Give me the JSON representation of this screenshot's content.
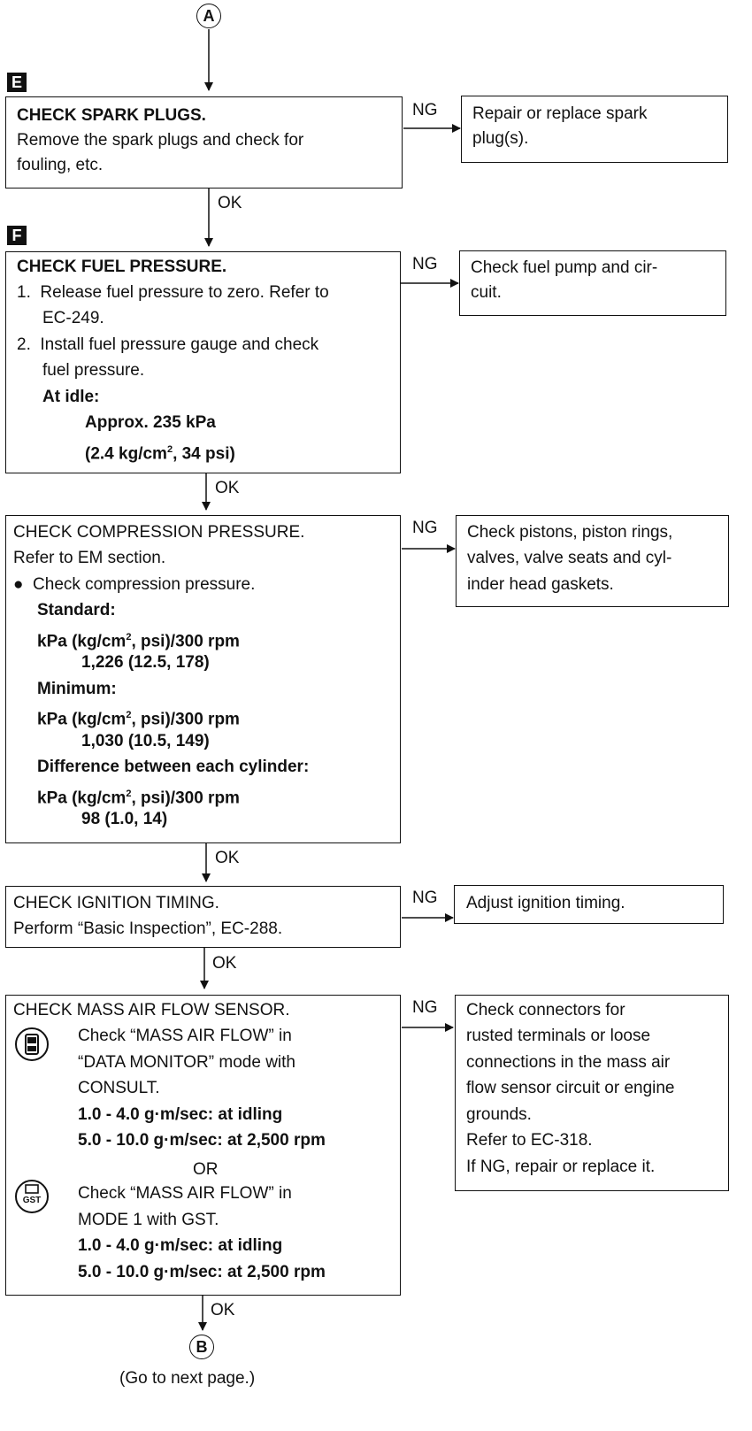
{
  "connectors": {
    "top": "A",
    "bottom": "B",
    "bottom_note": "(Go to next page.)"
  },
  "labels": {
    "ok": "OK",
    "ng": "NG",
    "or": "OR"
  },
  "tags": {
    "e": "E",
    "f": "F"
  },
  "steps": {
    "spark": {
      "title": "CHECK SPARK PLUGS.",
      "line1": "Remove the spark plugs and check for",
      "line2": "fouling, etc.",
      "ng_action": [
        "Repair or replace spark",
        "plug(s)."
      ]
    },
    "fuel": {
      "title": "CHECK FUEL PRESSURE.",
      "item1_a": "1.  Release fuel pressure to zero. Refer to",
      "item1_b": "EC-249.",
      "item2_a": "2.  Install fuel pressure gauge and check",
      "item2_b": "fuel pressure.",
      "at_idle": "At idle:",
      "value1": "Approx. 235 kPa",
      "value2_pre": "(2.4 kg/cm",
      "value2_sup": "2",
      "value2_post": ", 34 psi)",
      "ng_action": [
        "Check fuel pump and cir-",
        "cuit."
      ]
    },
    "compression": {
      "title": "CHECK COMPRESSION PRESSURE.",
      "ref": "Refer to EM section.",
      "bullet": "Check compression pressure.",
      "standard": "Standard:",
      "unit_pre": "kPa (kg/cm",
      "unit_sup": "2",
      "unit_post": ", psi)/300 rpm",
      "standard_val": "1,226 (12.5, 178)",
      "minimum": "Minimum:",
      "minimum_val": "1,030 (10.5, 149)",
      "difference": "Difference between each cylinder:",
      "difference_val": "98 (1.0, 14)",
      "ng_action": [
        "Check pistons, piston rings,",
        "valves, valve seats and cyl-",
        "inder head gaskets."
      ]
    },
    "ignition": {
      "title": "CHECK IGNITION TIMING.",
      "line1": "Perform “Basic Inspection”, EC-288.",
      "ng_action": [
        "Adjust ignition timing."
      ]
    },
    "maf": {
      "title": "CHECK MASS AIR FLOW SENSOR.",
      "consult_1": "Check “MASS AIR FLOW” in",
      "consult_2": "“DATA MONITOR” mode with",
      "consult_3": "CONSULT.",
      "spec_idle": "1.0 - 4.0 g·m/sec: at idling",
      "spec_2500": "5.0 - 10.0 g·m/sec: at 2,500 rpm",
      "gst_1": "Check “MASS AIR FLOW” in",
      "gst_2": "MODE 1 with GST.",
      "gst_icon_text": "GST",
      "ng_action": [
        "Check connectors for",
        "rusted terminals or loose",
        "connections in the mass air",
        "flow sensor circuit or engine",
        "grounds.",
        "Refer to EC-318.",
        "If NG, repair or replace it."
      ]
    }
  }
}
